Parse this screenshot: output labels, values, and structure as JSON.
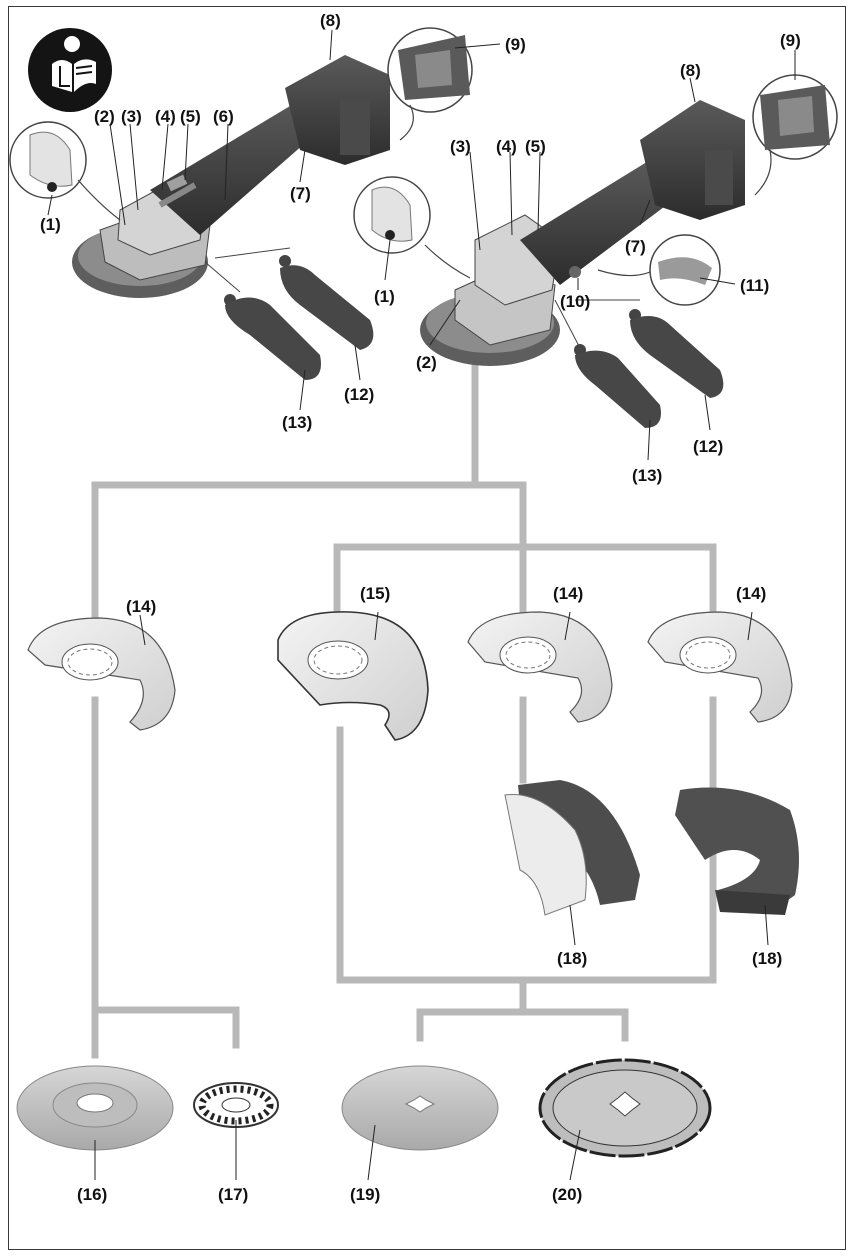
{
  "colors": {
    "background": "#ffffff",
    "connector_lines": "#b8b8b8",
    "tool_body": "#3d3d3d",
    "tool_light": "#9a9a9a",
    "guard_light": "#e6e6e6",
    "disc_grey": "#c4c4c4",
    "text": "#111111"
  },
  "icons": {
    "manual": "read-manual-icon"
  },
  "labels": {
    "l1a": "(1)",
    "l1b": "(1)",
    "l2a": "(2)",
    "l2b": "(2)",
    "l3a": "(3)",
    "l3b": "(3)",
    "l4a": "(4)",
    "l4b": "(4)",
    "l5a": "(5)",
    "l5b": "(5)",
    "l6": "(6)",
    "l7a": "(7)",
    "l7b": "(7)",
    "l8a": "(8)",
    "l8b": "(8)",
    "l9a": "(9)",
    "l9b": "(9)",
    "l10": "(10)",
    "l11": "(11)",
    "l12a": "(12)",
    "l12b": "(12)",
    "l13a": "(13)",
    "l13b": "(13)",
    "l14a": "(14)",
    "l14b": "(14)",
    "l14c": "(14)",
    "l15": "(15)",
    "l16": "(16)",
    "l17": "(17)",
    "l18a": "(18)",
    "l18b": "(18)",
    "l19": "(19)",
    "l20": "(20)"
  }
}
